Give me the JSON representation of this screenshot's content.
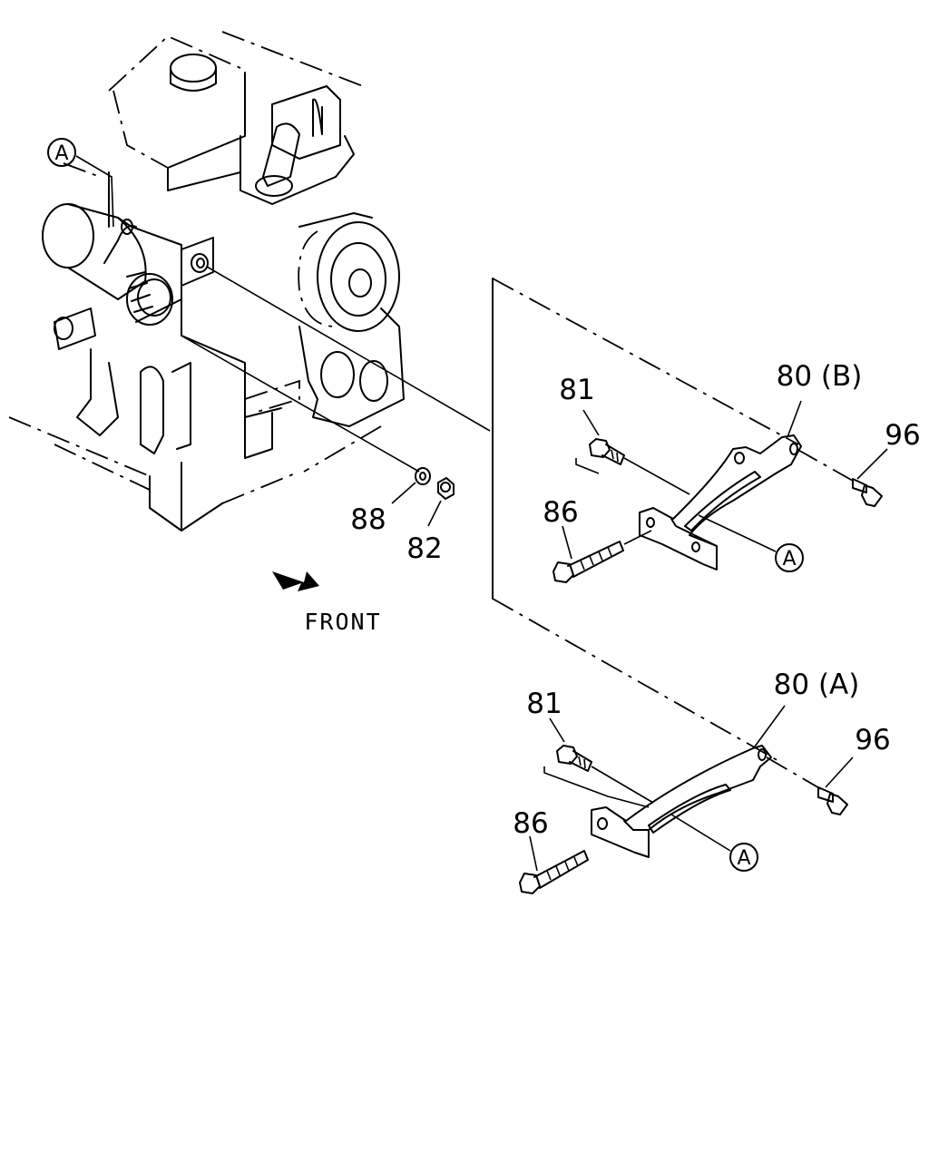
{
  "callouts": {
    "engine_ref": "A",
    "p88": "88",
    "p82": "82",
    "b_81": "81",
    "b_80": "80 (B)",
    "b_96": "96",
    "b_86": "86",
    "b_ref": "A",
    "a_81": "81",
    "a_80": "80 (A)",
    "a_96": "96",
    "a_86": "86",
    "a_ref": "A"
  },
  "direction_label": "FRONT",
  "colors": {
    "line": "#000000",
    "background": "#ffffff"
  },
  "icons": [
    "front-arrow-icon",
    "circle-ref-icon"
  ]
}
